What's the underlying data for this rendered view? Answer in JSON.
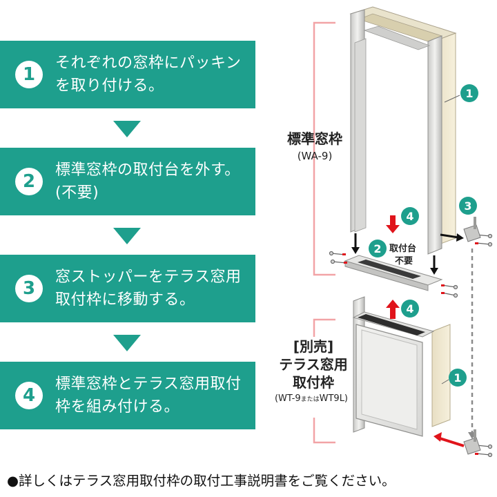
{
  "steps": [
    {
      "num": "1",
      "text": "それぞれの窓枠にパッキンを取り付ける。"
    },
    {
      "num": "2",
      "text": "標準窓枠の取付台を外す。(不要)"
    },
    {
      "num": "3",
      "text": "窓ストッパーをテラス窓用取付枠に移動する。"
    },
    {
      "num": "4",
      "text": "標準窓枠とテラス窓用取付枠を組み付ける。"
    }
  ],
  "diagram": {
    "standard_frame_label": "標準窓枠",
    "standard_frame_model": "(WA-9)",
    "terrace_bracket": "[別売]",
    "terrace_line1": "テラス窓用",
    "terrace_line2": "取付枠",
    "terrace_model_a": "(WT-9",
    "terrace_model_or": "または",
    "terrace_model_b": "WT9L)",
    "callout_1a": "1",
    "callout_1b": "1",
    "callout_2": "2",
    "callout_3": "3",
    "callout_4a": "4",
    "callout_4b": "4",
    "mount_line1": "取付台",
    "mount_line2": "不要"
  },
  "footnote": "●詳しくはテラス窓用取付枠の取付工事説明書をご覧ください。",
  "colors": {
    "teal": "#1e9f8d",
    "pink_bracket": "#f2a3a6",
    "red_arrow": "#e0141b",
    "dash": "#8a8a8a"
  }
}
